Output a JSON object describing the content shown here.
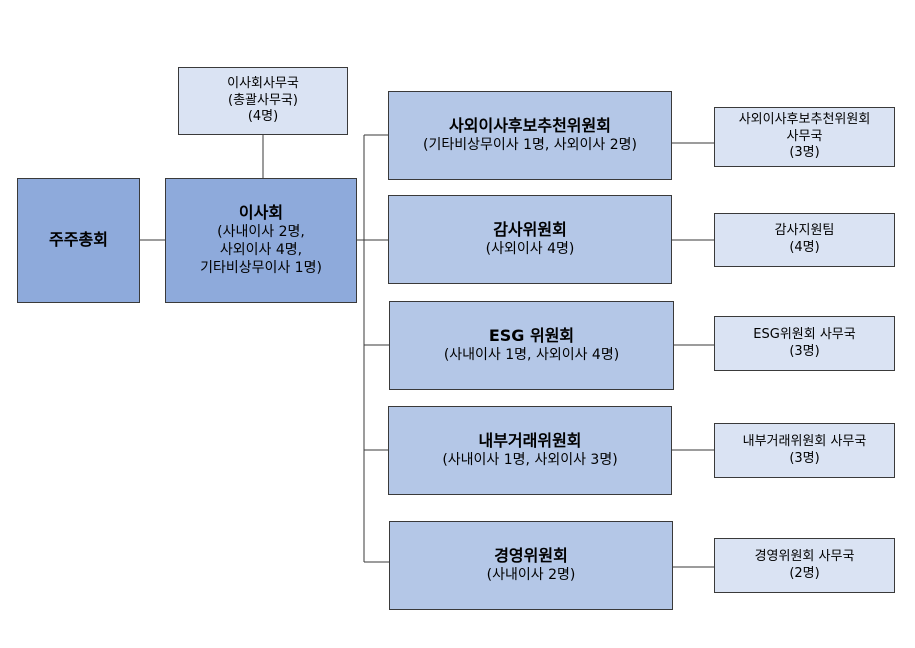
{
  "shareholders": {
    "title": "주주총회"
  },
  "board_office": {
    "line1": "이사회사무국",
    "line2": "(총괄사무국)",
    "line3": "(4명)"
  },
  "board": {
    "title": "이사회",
    "line1": "(사내이사 2명,",
    "line2": "사외이사 4명,",
    "line3": "기타비상무이사 1명)"
  },
  "committees": [
    {
      "title": "사외이사후보추천위원회",
      "members": "(기타비상무이사 1명, 사외이사 2명)",
      "office_line1": "사외이사후보추천위원회",
      "office_line2": "사무국",
      "office_count": "(3명)"
    },
    {
      "title": "감사위원회",
      "members": "(사외이사 4명)",
      "office_line1": "감사지원팀",
      "office_count": "(4명)"
    },
    {
      "title": "ESG 위원회",
      "members": "(사내이사 1명, 사외이사 4명)",
      "office_line1": "ESG위원회 사무국",
      "office_count": "(3명)"
    },
    {
      "title": "내부거래위원회",
      "members": "(사내이사 1명, 사외이사 3명)",
      "office_line1": "내부거래위원회 사무국",
      "office_count": "(3명)"
    },
    {
      "title": "경영위원회",
      "members": "(사내이사 2명)",
      "office_line1": "경영위원회 사무국",
      "office_count": "(2명)"
    }
  ],
  "colors": {
    "dark": "#8eaadb",
    "mid": "#b4c7e7",
    "light": "#dae3f3",
    "line": "#3a3a3a"
  }
}
